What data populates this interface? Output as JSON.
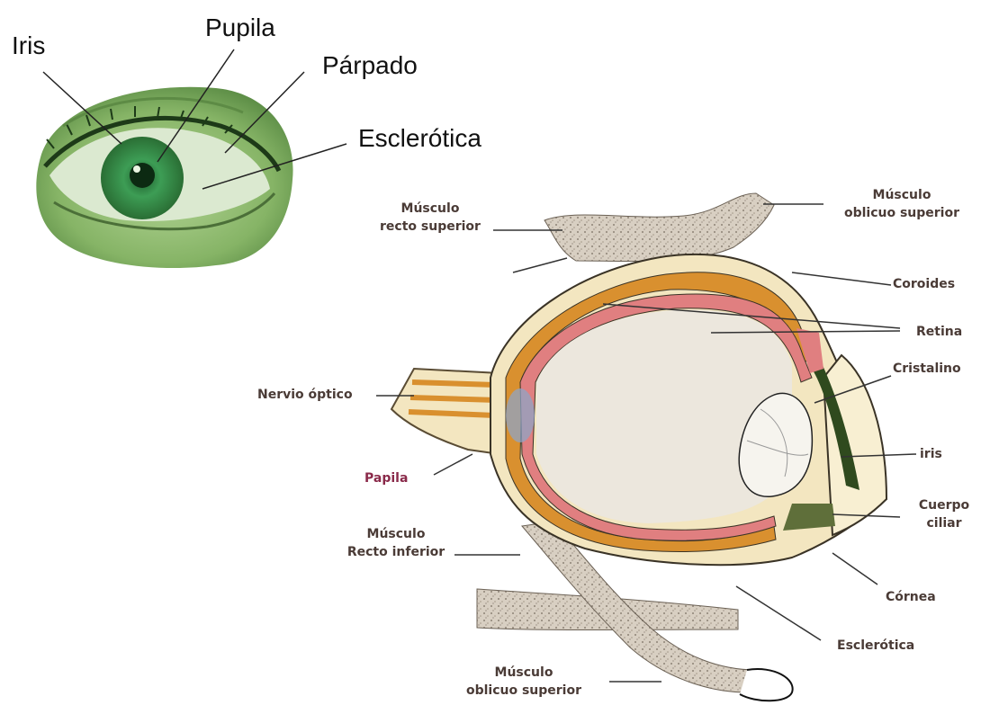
{
  "external_eye": {
    "labels": {
      "iris": "Iris",
      "pupila": "Pupila",
      "parpado": "Párpado",
      "esclerotica": "Esclerótica"
    }
  },
  "cross_section": {
    "labels": {
      "musculo_recto_superior": [
        "Músculo",
        "recto superior"
      ],
      "musculo_oblicuo_superior_top": [
        "Músculo",
        "oblicuo superior"
      ],
      "coroides": "Coroides",
      "retina": "Retina",
      "cristalino": "Cristalino",
      "nervio_optico": "Nervio óptico",
      "iris": "iris",
      "papila": "Papila",
      "cuerpo_ciliar": [
        "Cuerpo",
        "ciliar"
      ],
      "musculo_recto_inferior": [
        "Músculo",
        "Recto inferior"
      ],
      "cornea": "Córnea",
      "esclerotica": "Esclerótica",
      "musculo_oblicuo_superior_bottom": [
        "Músculo",
        "oblicuo superior"
      ]
    }
  },
  "colors": {
    "sclera": "#f3e6c0",
    "choroid": "#d9902f",
    "retina": "#e07f80",
    "vitreous": "#ece7dd",
    "muscle": "#d8cfc2",
    "eye_green": "#6fa55b"
  }
}
